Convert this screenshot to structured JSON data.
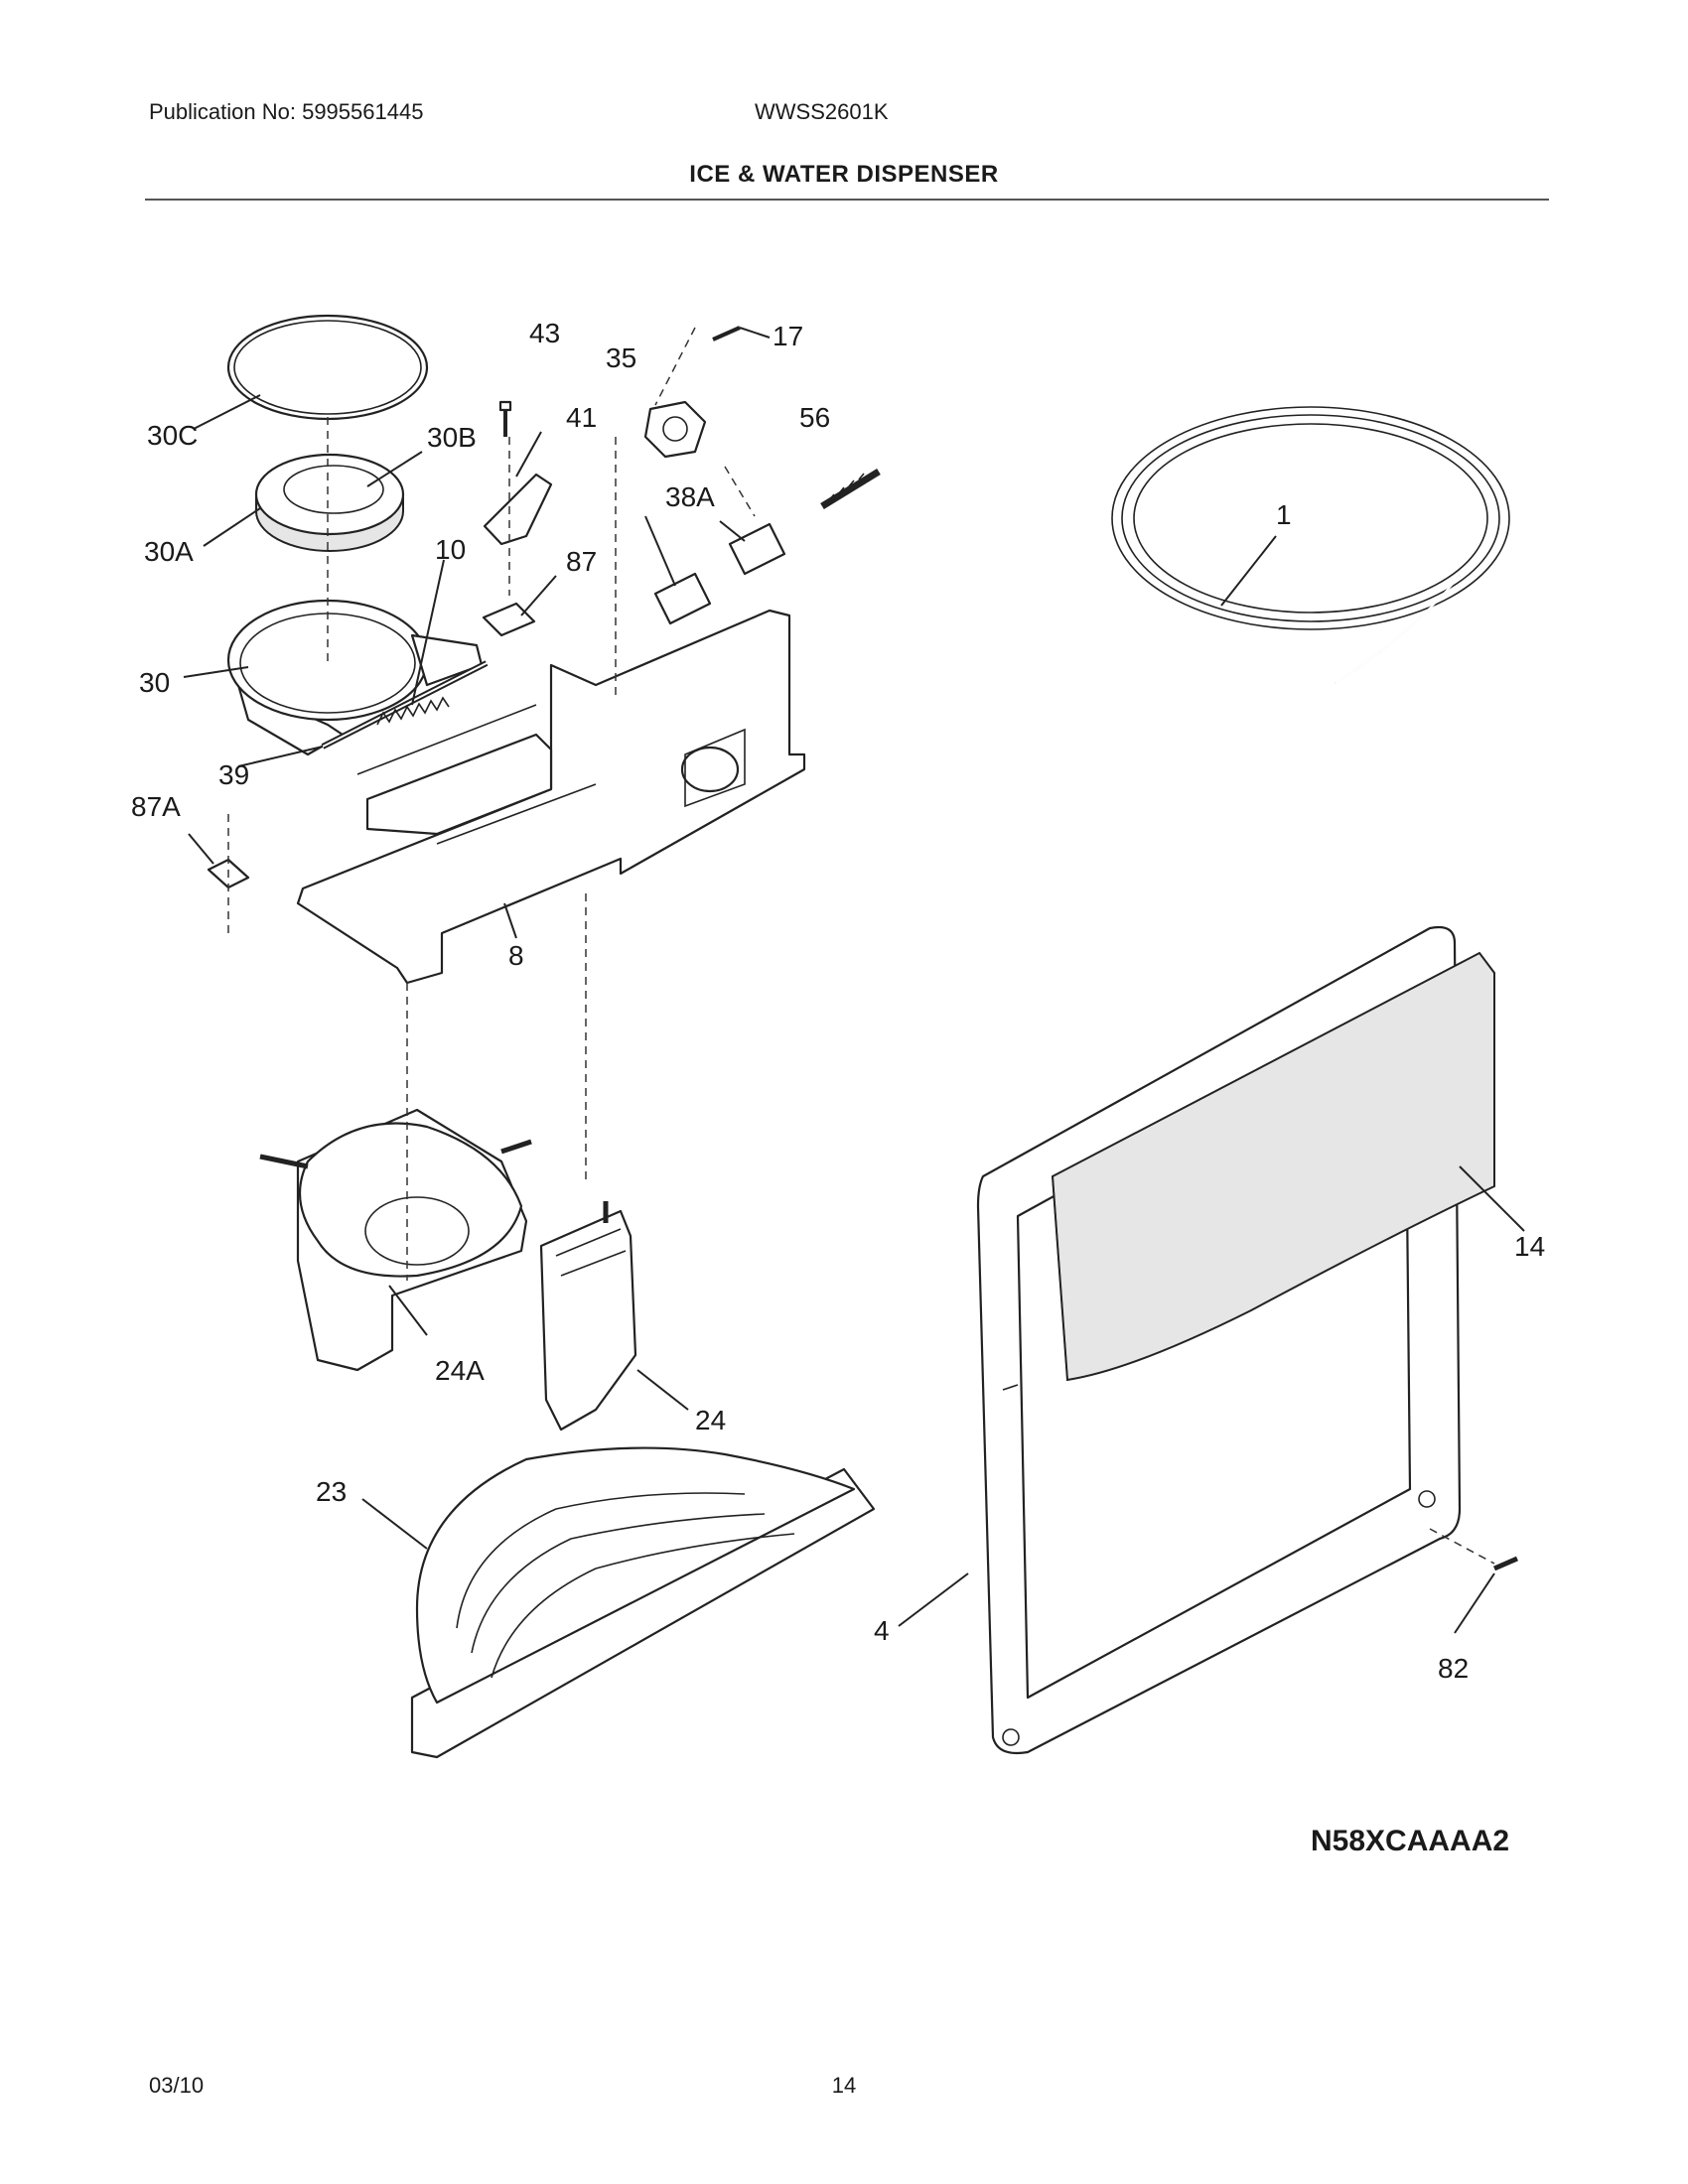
{
  "header": {
    "publication": "Publication No: 5995561445",
    "model": "WWSS2601K",
    "title": "ICE & WATER DISPENSER"
  },
  "callouts": {
    "c43": "43",
    "c35": "35",
    "c17": "17",
    "c56": "56",
    "c41": "41",
    "c30C": "30C",
    "c30B": "30B",
    "c30A": "30A",
    "c10": "10",
    "c87": "87",
    "c38A": "38A",
    "c30": "30",
    "c39": "39",
    "c87A": "87A",
    "c8": "8",
    "c1": "1",
    "c14": "14",
    "c24A": "24A",
    "c24": "24",
    "c23": "23",
    "c4": "4",
    "c82": "82"
  },
  "figure_code": "N58XCAAAA2",
  "footer": {
    "date": "03/10",
    "page": "14"
  }
}
